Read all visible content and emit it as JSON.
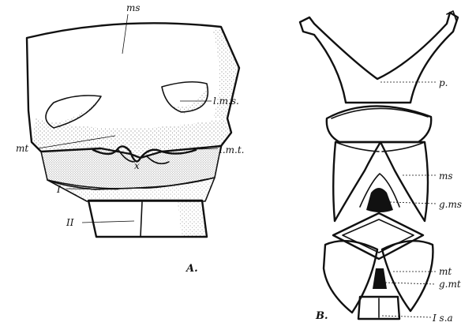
{
  "figure": {
    "panel_a": {
      "panel_label": "A.",
      "labels": {
        "ms": "ms",
        "lms": "l.m.s.",
        "mt": "mt",
        "lmt": "l.m.t.",
        "x": "x",
        "I": "I",
        "II": "II"
      }
    },
    "panel_b": {
      "panel_label": "B.",
      "labels": {
        "p": "p.",
        "ms": "ms",
        "gms": "g.ms",
        "mt": "mt",
        "gmt": "g.mt",
        "isa": "I s.a"
      }
    }
  }
}
